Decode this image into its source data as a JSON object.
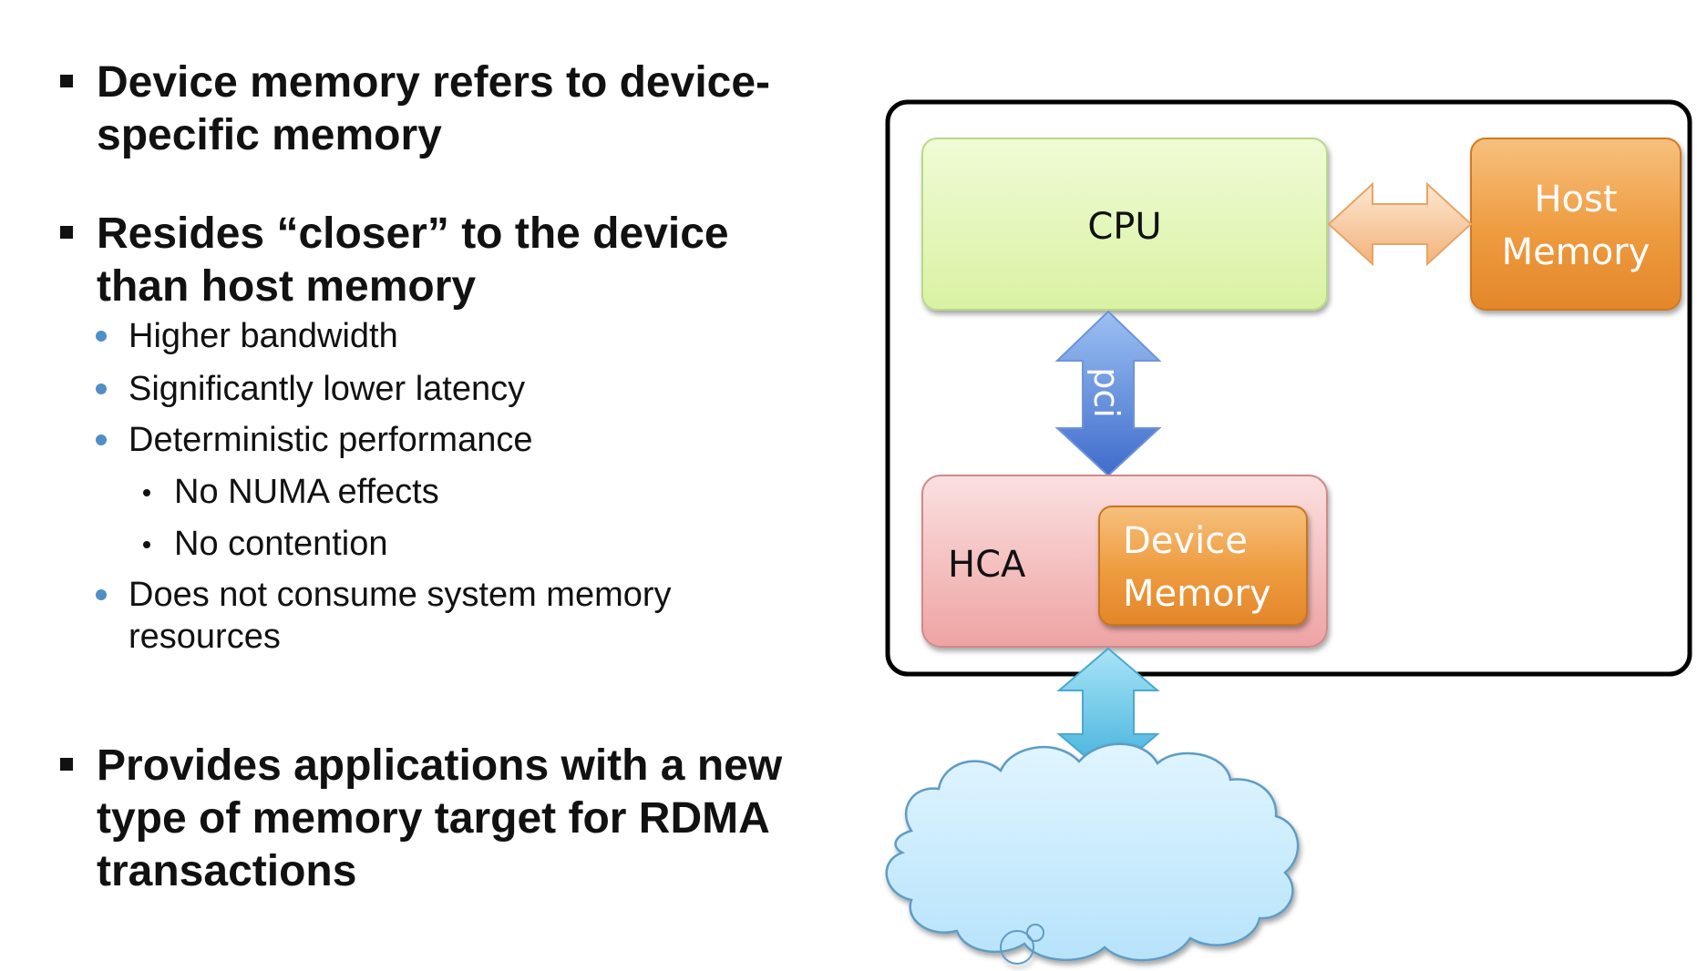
{
  "bullets": {
    "b1_line1": "Device memory refers to device-",
    "b1_line2": "specific memory",
    "b2_line1": "Resides “closer” to the device",
    "b2_line2": "than host memory",
    "sub_higher_bandwidth": "Higher bandwidth",
    "sub_lower_latency": "Significantly lower latency",
    "sub_deterministic": "Deterministic performance",
    "subsub_numa": "No NUMA effects",
    "subsub_contention": "No contention",
    "sub_no_consume_line1": "Does not consume system memory",
    "sub_no_consume_line2": "resources",
    "b3_line1": "Provides applications with a new",
    "b3_line2": "type of memory target for RDMA",
    "b3_line3": "transactions"
  },
  "diagram": {
    "cpu_label": "CPU",
    "host_memory_line1": "Host",
    "host_memory_line2": "Memory",
    "pci_label": "pci",
    "hca_label": "HCA",
    "device_memory_line1": "Device",
    "device_memory_line2": "Memory"
  },
  "colors": {
    "cpu_fill": "#e6f7bf",
    "hca_fill": "#f3b8b8",
    "memory_fill": "#f0a04b",
    "pci_arrow": "#5b86d6",
    "host_arrow": "#f6c99a",
    "network_arrow": "#62c3e8",
    "cloud_fill": "#cdeeff",
    "sub_bullet": "#4f8fc6"
  }
}
